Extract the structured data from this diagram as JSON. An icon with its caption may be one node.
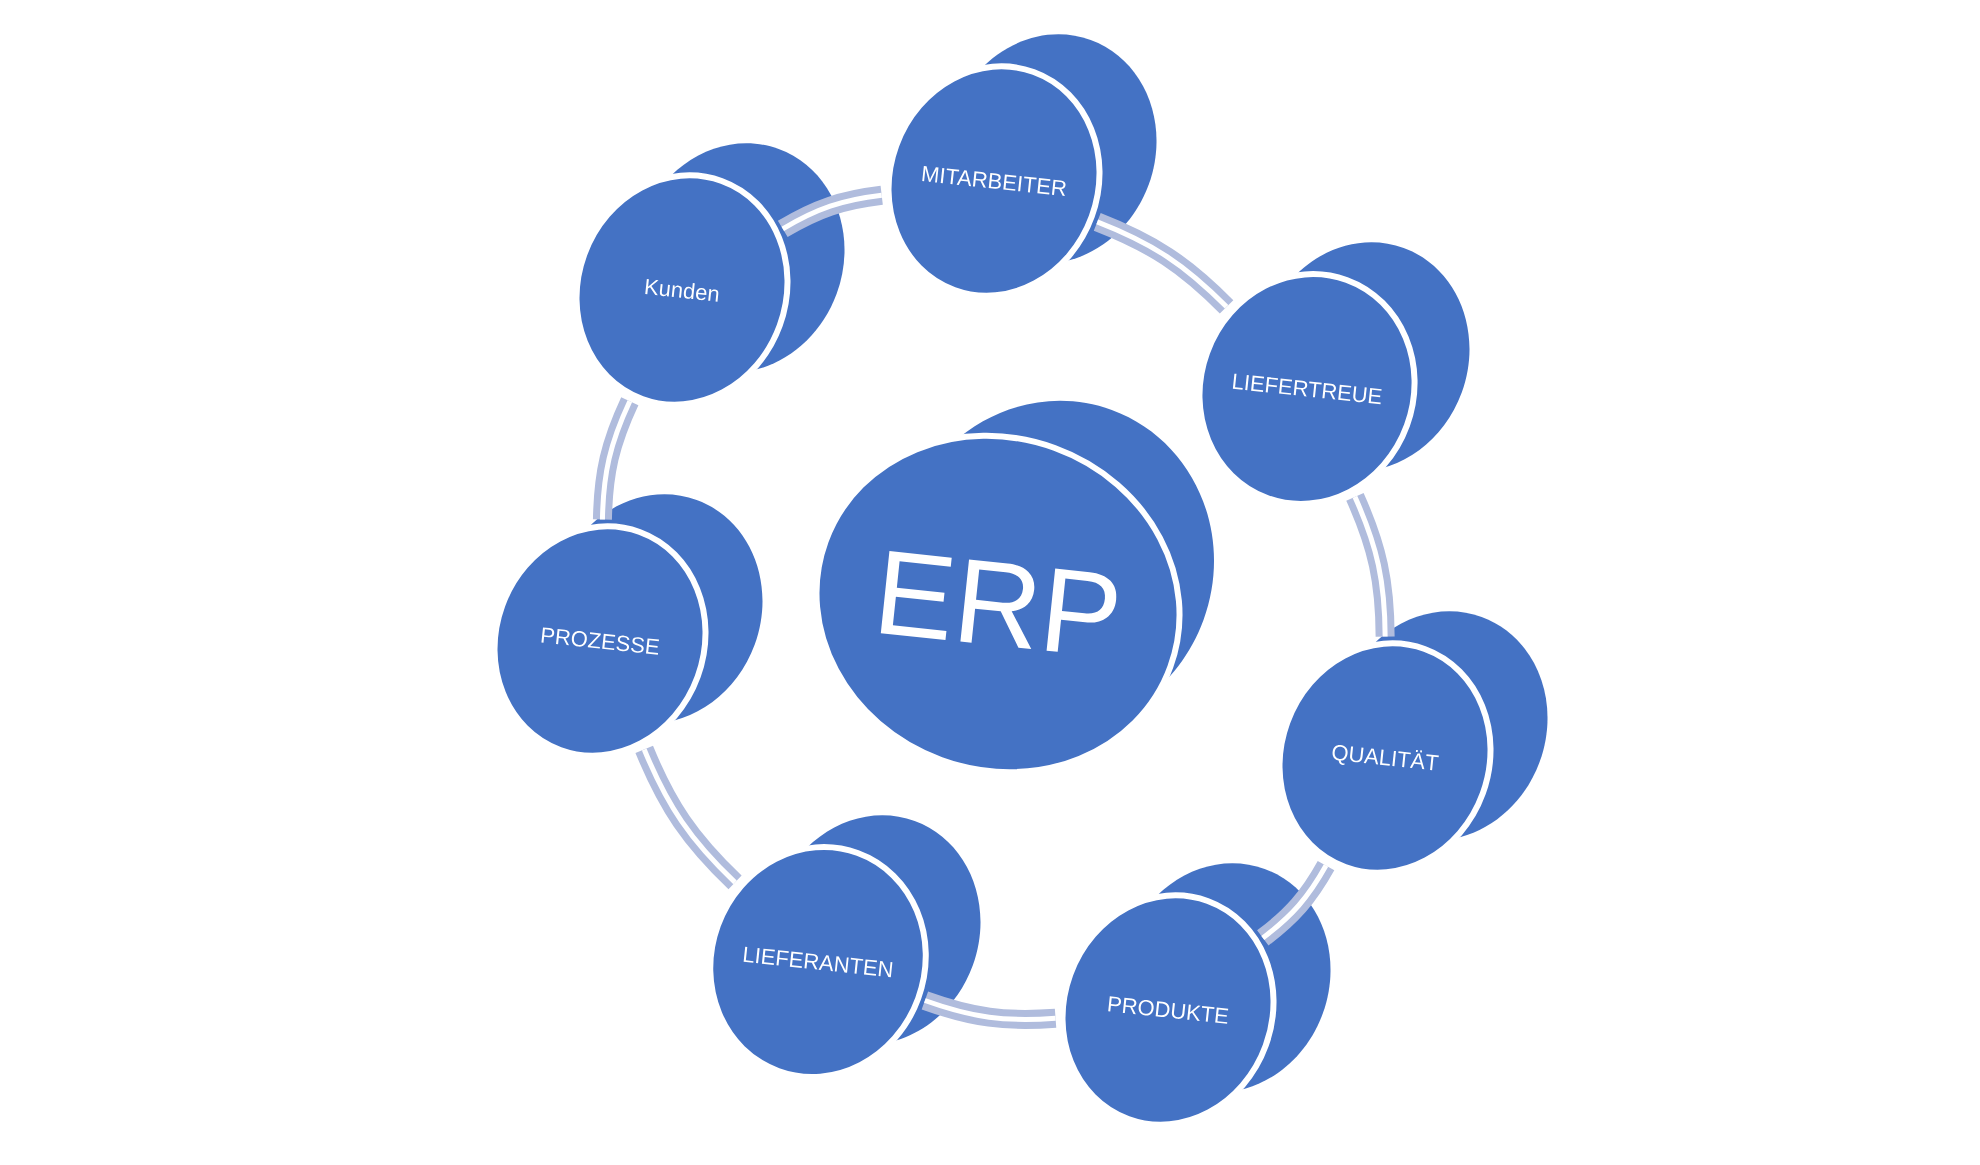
{
  "diagram": {
    "nodes": [
      {
        "text": [
          "ERP"
        ]
      },
      {
        "text": [
          "Kunden"
        ]
      },
      {
        "text": [
          "MITARBEITER"
        ]
      },
      {
        "text": [
          "LIEFERTREUE"
        ]
      },
      {
        "text": [
          "QUALITÄT"
        ]
      },
      {
        "text": [
          "PRODUKTE"
        ]
      },
      {
        "text": [
          "LIEFERANTEN"
        ]
      },
      {
        "text": [
          "PROZESSE"
        ]
      }
    ],
    "edges": [
      {
        "from": 1,
        "to": 2,
        "arrow": "none"
      },
      {
        "from": 2,
        "to": 3,
        "arrow": "none"
      },
      {
        "from": 3,
        "to": 4,
        "arrow": "none"
      },
      {
        "from": 4,
        "to": 5,
        "arrow": "none"
      },
      {
        "from": 5,
        "to": 6,
        "arrow": "none"
      },
      {
        "from": 6,
        "to": 7,
        "arrow": "none"
      },
      {
        "from": 7,
        "to": 1,
        "arrow": "none"
      }
    ]
  }
}
